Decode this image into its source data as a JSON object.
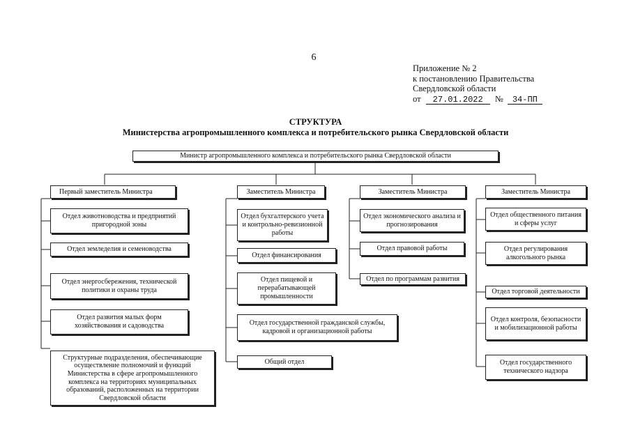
{
  "page_number": "6",
  "appendix": {
    "line1": "Приложение № 2",
    "line2": "к постановлению Правительства",
    "line3": "Свердловской области",
    "from_label": "от",
    "date": "27.01.2022",
    "number_label": "№",
    "number": "34-ПП"
  },
  "title": {
    "heading": "СТРУКТУРА",
    "subtitle": "Министерства агропромышленного комплекса и потребительского рынка Свердловской области"
  },
  "minister": "Министр агропромышленного комплекса и потребительского рынка Свердловской области",
  "columns": [
    {
      "head": "Первый заместитель Министра",
      "departments": [
        "Отдел животноводства и предприятий пригородной зоны",
        "Отдел земледелия и семеноводства",
        "Отдел энергосбережения, технической политики и охраны труда",
        "Отдел развития малых форм хозяйствования и садоводства",
        "Структурные подразделения, обеспечивающие осуществление полномочий и функций Министерства в сфере агропромышленного комплекса на территориях муниципальных образований, расположенных на территории Свердловской области"
      ]
    },
    {
      "head": "Заместитель Министра",
      "departments": [
        "Отдел бухгалтерского учета и контрольно-ревизионной работы",
        "Отдел финансирования",
        "Отдел пищевой и перерабатывающей промышленности",
        "Отдел государственной гражданской службы, кадровой и организационной работы",
        "Общий отдел"
      ]
    },
    {
      "head": "Заместитель Министра",
      "departments": [
        "Отдел экономического анализа и прогнозирования",
        "Отдел правовой работы",
        "Отдел по программам развития"
      ]
    },
    {
      "head": "Заместитель Министра",
      "departments": [
        "Отдел общественного питания и сферы услуг",
        "Отдел регулирования алкогольного рынка",
        "Отдел торговой деятельности",
        "Отдел контроля, безопасности и мобилизационной работы",
        "Отдел государственного технического надзора"
      ]
    }
  ]
}
